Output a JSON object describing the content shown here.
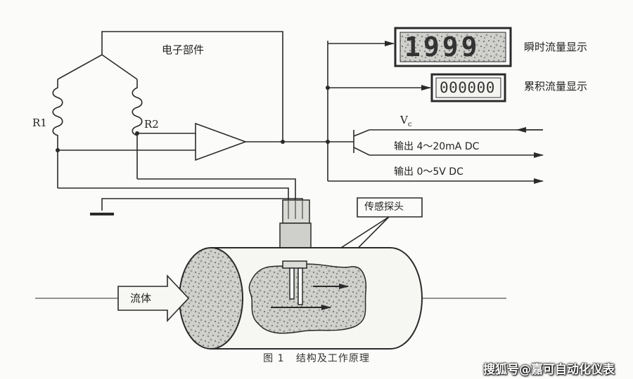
{
  "diagram": {
    "electronics_label": "电子部件",
    "r1_label": "R1",
    "r2_label": "R2",
    "instant_display_value": "1999",
    "instant_flow_label": "瞬时流量显示",
    "total_display_value": "000000",
    "total_flow_label": "累积流量显示",
    "vc_label": "V",
    "vc_subscript": "c",
    "output_current_label": "输出 4～20mA DC",
    "output_voltage_label": "输出 0～5V DC",
    "probe_label": "传感探头",
    "fluid_label": "流体"
  },
  "caption": {
    "figure_number": "图 1",
    "title": "结构及工作原理"
  },
  "watermark": "搜狐号@嘉可自动化仪表",
  "colors": {
    "line": "#2a2a2a",
    "background": "#fbfbf9"
  }
}
